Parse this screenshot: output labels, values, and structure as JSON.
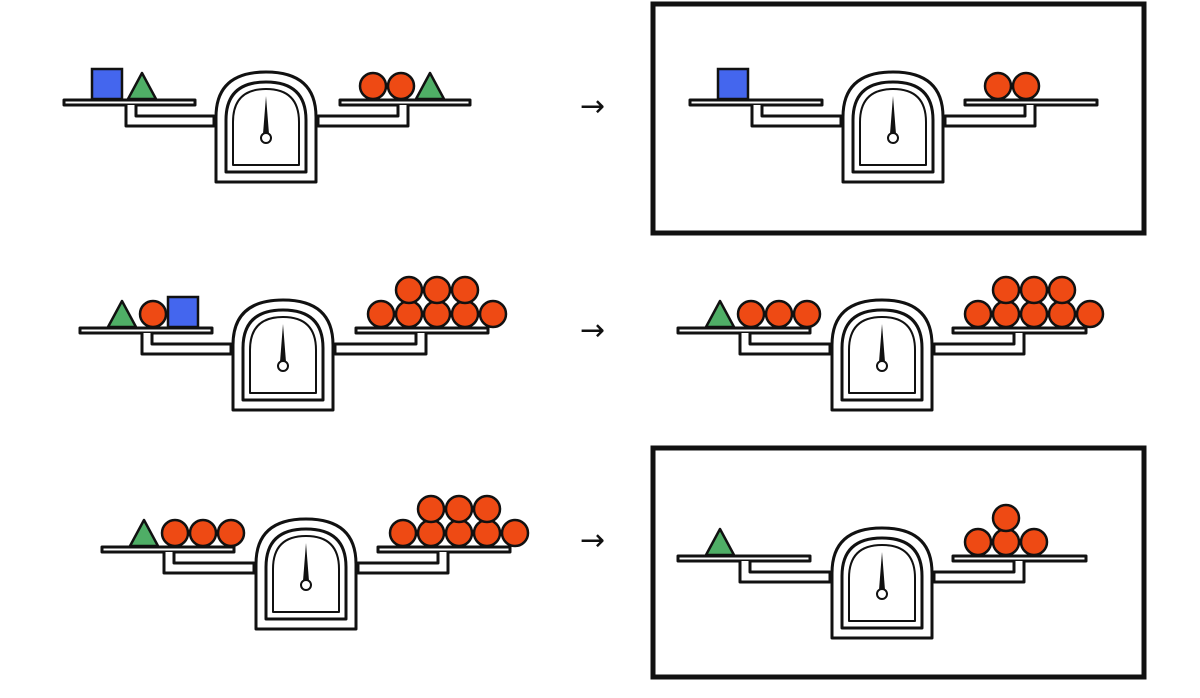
{
  "colors": {
    "square": "#4466ee",
    "triangle": "#4fae66",
    "circle": "#ee4a14",
    "outline": "#111111",
    "background": "#ffffff"
  },
  "arrow_glyph": "→",
  "rows": [
    {
      "left": {
        "left_pan": [
          {
            "shape": "square"
          },
          {
            "shape": "triangle"
          }
        ],
        "right_pan": [
          {
            "shape": "circle"
          },
          {
            "shape": "circle"
          },
          {
            "shape": "triangle"
          }
        ],
        "right_pan_layers": [
          3
        ],
        "needle": "upright",
        "framed": false
      },
      "right": {
        "left_pan": [
          {
            "shape": "square"
          }
        ],
        "right_pan": [
          {
            "shape": "circle"
          },
          {
            "shape": "circle"
          }
        ],
        "right_pan_layers": [
          2
        ],
        "needle": "upright",
        "framed": true
      }
    },
    {
      "left": {
        "left_pan": [
          {
            "shape": "triangle"
          },
          {
            "shape": "circle"
          },
          {
            "shape": "square"
          }
        ],
        "right_pan_layers": [
          5,
          3
        ],
        "needle": "upright",
        "framed": false
      },
      "right": {
        "left_pan": [
          {
            "shape": "triangle"
          },
          {
            "shape": "circle"
          },
          {
            "shape": "circle"
          },
          {
            "shape": "circle"
          }
        ],
        "right_pan_layers": [
          5,
          3
        ],
        "needle": "upright",
        "framed": false
      }
    },
    {
      "left": {
        "left_pan": [
          {
            "shape": "triangle"
          },
          {
            "shape": "circle"
          },
          {
            "shape": "circle"
          },
          {
            "shape": "circle"
          }
        ],
        "right_pan_layers": [
          5,
          3
        ],
        "needle": "upright",
        "framed": false
      },
      "right": {
        "left_pan": [
          {
            "shape": "triangle"
          }
        ],
        "right_pan_layers": [
          3,
          1
        ],
        "needle": "upright",
        "framed": true
      }
    }
  ]
}
